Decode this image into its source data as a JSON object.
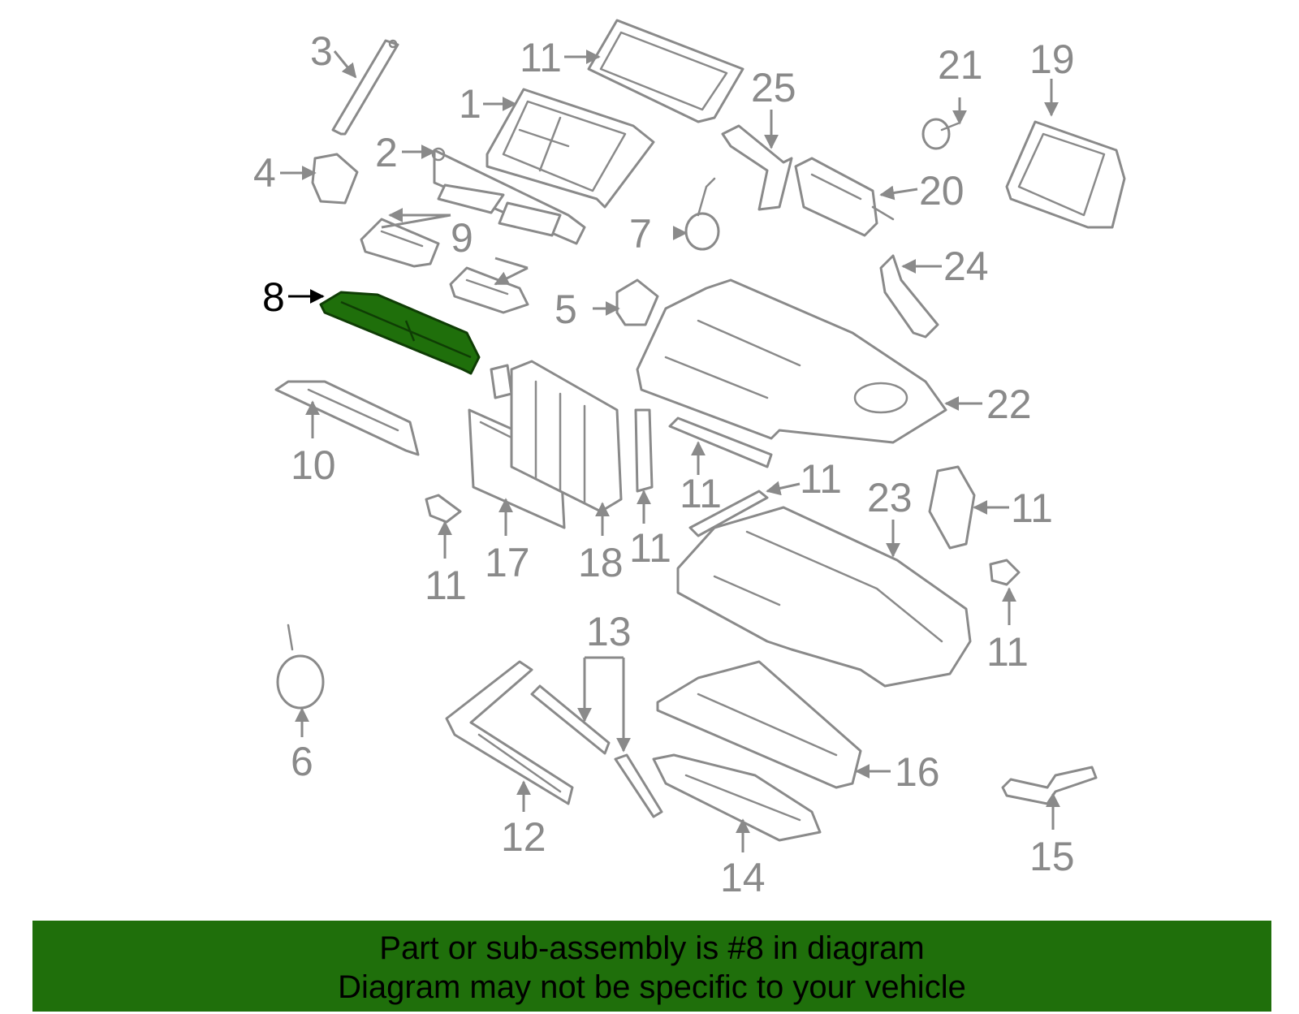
{
  "colors": {
    "line": "#8a8a8a",
    "highlight": "#1f6f0b",
    "banner": "#1f6f0b"
  },
  "callouts": {
    "c1": "1",
    "c2": "2",
    "c3": "3",
    "c4": "4",
    "c5": "5",
    "c6": "6",
    "c7": "7",
    "c8": "8",
    "c9": "9",
    "c10": "10",
    "c11": "11",
    "c12": "12",
    "c13": "13",
    "c14": "14",
    "c15": "15",
    "c16": "16",
    "c17": "17",
    "c18": "18",
    "c19": "19",
    "c20": "20",
    "c21": "21",
    "c22": "22",
    "c23": "23",
    "c24": "24",
    "c25": "25"
  },
  "banner": {
    "line1": "Part or sub-assembly is #8 in diagram",
    "line2": "Diagram may not be specific to your vehicle"
  }
}
